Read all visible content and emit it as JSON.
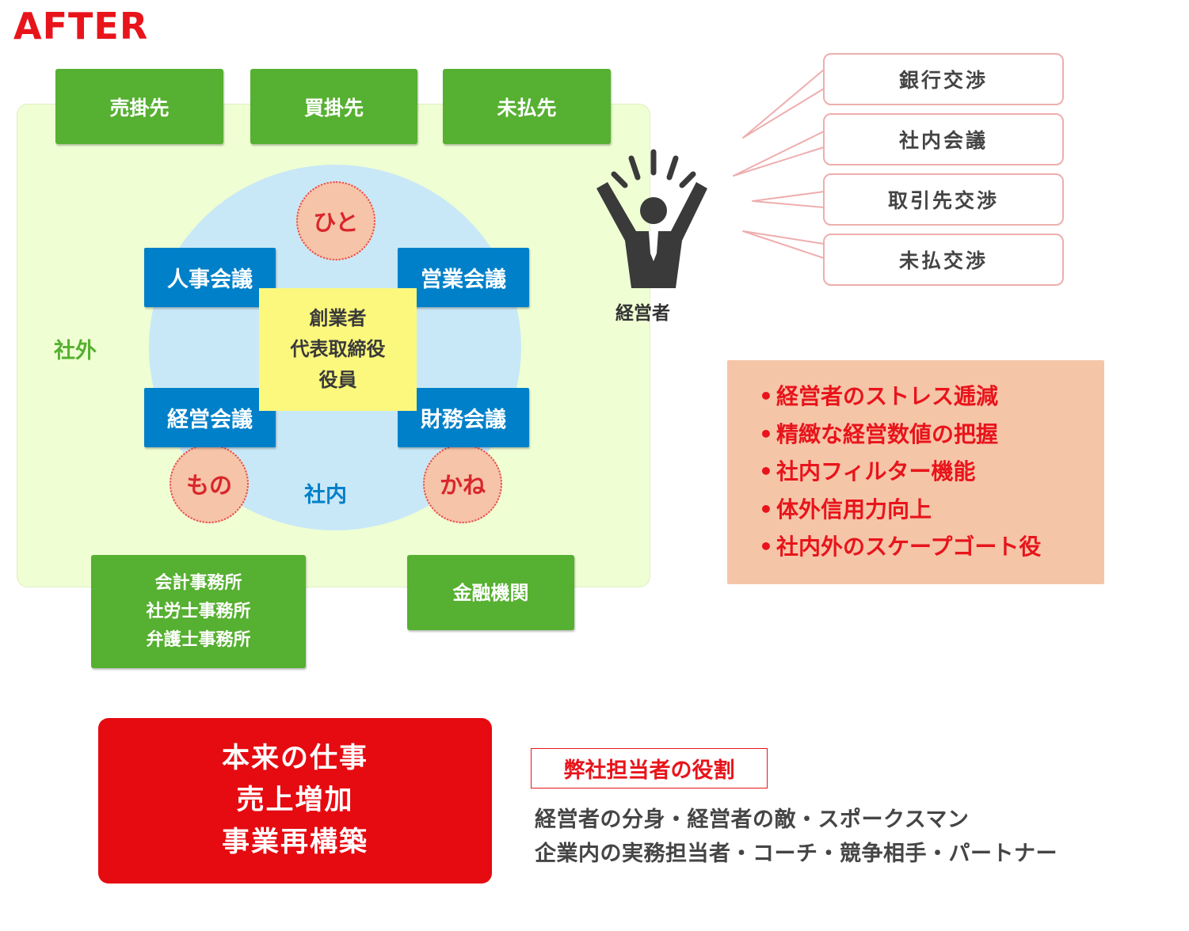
{
  "heading": "AFTER",
  "external_parties_top": [
    "売掛先",
    "買掛先",
    "未払先"
  ],
  "external_parties_bottom": {
    "professionals": [
      "会計事務所",
      "社労士事務所",
      "弁護士事務所"
    ],
    "finance": "金融機関"
  },
  "outside_label": "社外",
  "inside_label": "社内",
  "meetings": {
    "hr": "人事会議",
    "sales": "営業会議",
    "management": "経営会議",
    "finance": "財務会議"
  },
  "core": [
    "創業者",
    "代表取締役",
    "役員"
  ],
  "resources": {
    "people": "ひと",
    "things": "もの",
    "money": "かね"
  },
  "executive": {
    "label": "経営者",
    "icon": "raised-arms-executive-icon"
  },
  "executive_tasks": [
    "銀行交渉",
    "社内会議",
    "取引先交渉",
    "未払交渉"
  ],
  "benefits": [
    "経営者のストレス逓減",
    "精緻な経営数値の把握",
    "社内フィルター機能",
    "体外信用力向上",
    "社内外のスケープゴート役"
  ],
  "real_work": [
    "本来の仕事",
    "売上増加",
    "事業再構築"
  ],
  "role": {
    "title": "弊社担当者の役割",
    "lines": [
      "経営者の分身・経営者の敵・スポークスマン",
      "企業内の実務担当者・コーチ・競争相手・パートナー"
    ]
  },
  "colors": {
    "accent_red": "#e8141b",
    "green": "#56b031",
    "blue": "#0080c9",
    "outside_bg": "#efffd3",
    "inside_bg": "#c9e8f7",
    "core_bg": "#fbf87d",
    "resource_bg": "#f6c4a8",
    "benefits_bg": "#f5c5a8"
  }
}
